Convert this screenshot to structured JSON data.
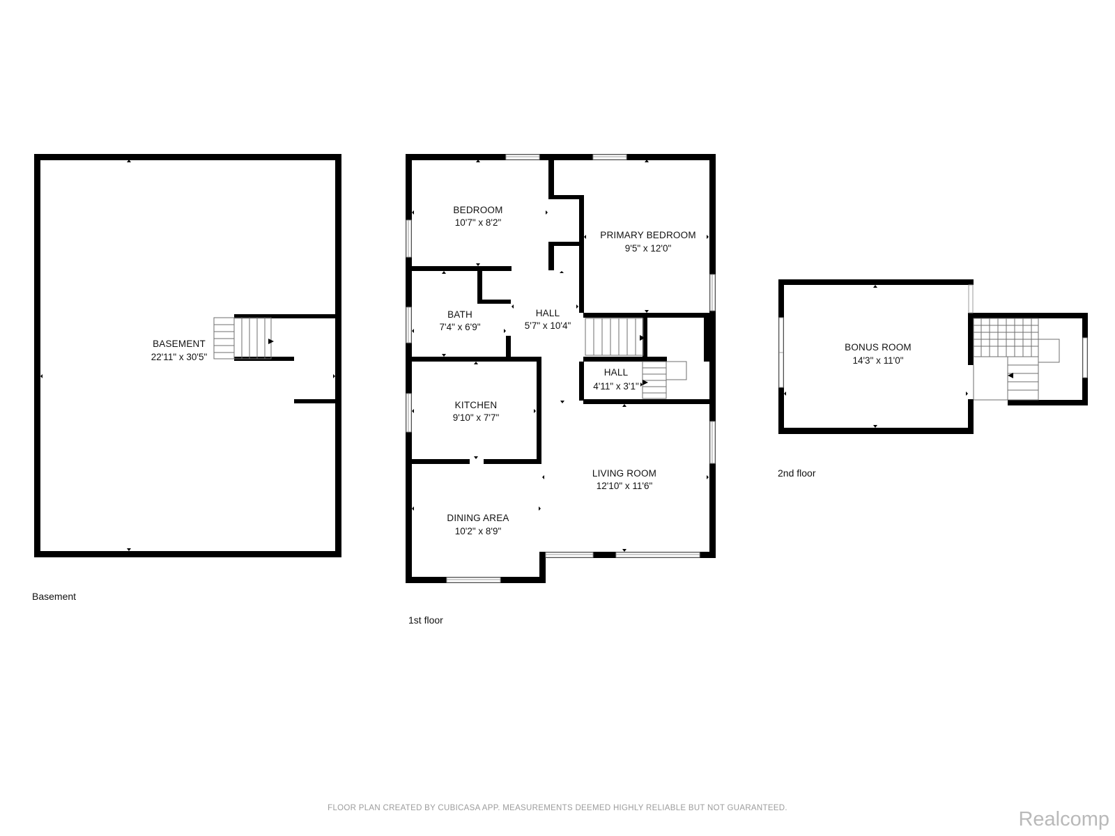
{
  "colors": {
    "wall": "#000000",
    "window": "#9a9a9a",
    "text": "#111111",
    "disclaimer": "#9c9c9c",
    "brand": "#b9b9b9"
  },
  "floors": {
    "basement": {
      "label": "Basement"
    },
    "first": {
      "label": "1st floor"
    },
    "second": {
      "label": "2nd floor"
    }
  },
  "rooms": {
    "basement": {
      "name": "BASEMENT",
      "dim": "22'11\" x 30'5\""
    },
    "bedroom": {
      "name": "BEDROOM",
      "dim": "10'7\" x 8'2\""
    },
    "primary_bedroom": {
      "name": "PRIMARY BEDROOM",
      "dim": "9'5\" x 12'0\""
    },
    "bath": {
      "name": "BATH",
      "dim": "7'4\" x 6'9\""
    },
    "hall_main": {
      "name": "HALL",
      "dim": "5'7\" x 10'4\""
    },
    "hall_small": {
      "name": "HALL",
      "dim": "4'11\" x 3'1\""
    },
    "kitchen": {
      "name": "KITCHEN",
      "dim": "9'10\" x 7'7\""
    },
    "living_room": {
      "name": "LIVING ROOM",
      "dim": "12'10\" x 11'6\""
    },
    "dining_area": {
      "name": "DINING AREA",
      "dim": "10'2\" x 8'9\""
    },
    "bonus_room": {
      "name": "BONUS ROOM",
      "dim": "14'3\" x 11'0\""
    }
  },
  "footer": {
    "disclaimer": "FLOOR PLAN CREATED BY CUBICASA APP. MEASUREMENTS DEEMED HIGHLY RELIABLE BUT NOT GUARANTEED.",
    "brand": "Realcomp"
  }
}
